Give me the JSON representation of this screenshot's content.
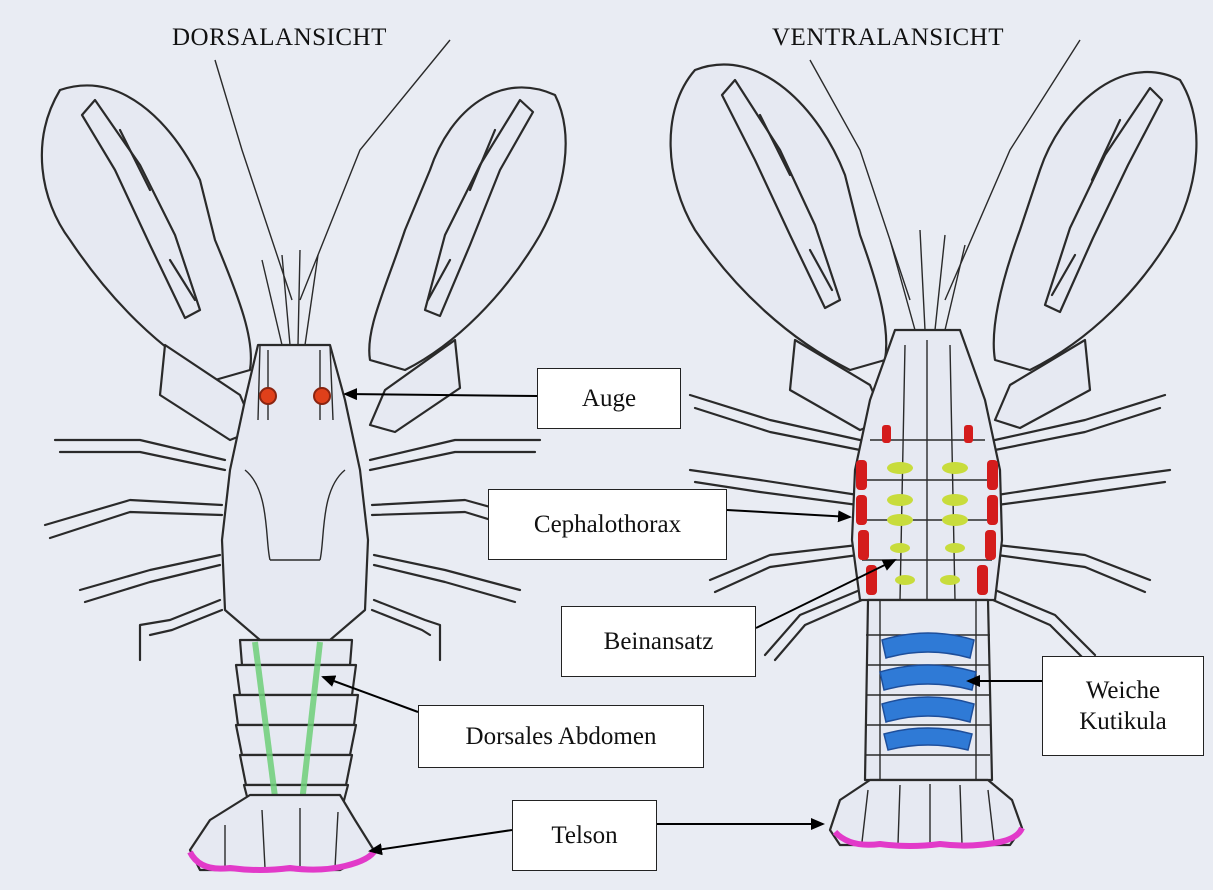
{
  "titles": {
    "dorsal": "DORSALANSICHT",
    "ventral": "VENTRALANSICHT"
  },
  "labels": {
    "auge": "Auge",
    "cephalothorax": "Cephalothorax",
    "beinansatz": "Beinansatz",
    "dorsales_abdomen": "Dorsales Abdomen",
    "weiche_kutikula": "Weiche Kutikula",
    "telson": "Telson"
  },
  "colors": {
    "background": "#e9ecf3",
    "eye": "#e0401a",
    "leg_base_red": "#d41c1c",
    "leg_base_green": "#c8dc3c",
    "abdomen_stripe": "#6fd07a",
    "soft_cuticle": "#2f7ad6",
    "telson_edge": "#e23ac9"
  }
}
